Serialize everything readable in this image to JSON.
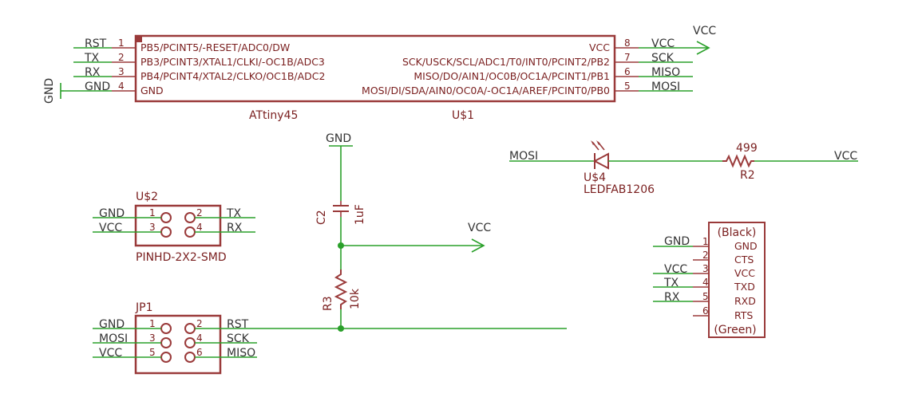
{
  "u1": {
    "name": "U$1",
    "value": "ATtiny45",
    "left_pins": [
      {
        "num": "1",
        "label": "PB5/PCINT5/-RESET/ADC0/DW",
        "net": "RST"
      },
      {
        "num": "2",
        "label": "PB3/PCINT3/XTAL1/CLKI/-OC1B/ADC3",
        "net": "TX"
      },
      {
        "num": "3",
        "label": "PB4/PCINT4/XTAL2/CLKO/OC1B/ADC2",
        "net": "RX"
      },
      {
        "num": "4",
        "label": "GND",
        "net": "GND"
      }
    ],
    "right_pins": [
      {
        "num": "8",
        "label": "VCC",
        "net": "VCC"
      },
      {
        "num": "7",
        "label": "SCK/USCK/SCL/ADC1/T0/INT0/PCINT2/PB2",
        "net": "SCK"
      },
      {
        "num": "6",
        "label": "MISO/DO/AIN1/OC0B/OC1A/PCINT1/PB1",
        "net": "MISO"
      },
      {
        "num": "5",
        "label": "MOSI/DI/SDA/AIN0/OC0A/-OC1A/AREF/PCINT0/PB0",
        "net": "MOSI"
      }
    ],
    "vcc_supply": "VCC",
    "gnd_supply": "GND"
  },
  "u2": {
    "name": "U$2",
    "value": "PINHD-2X2-SMD",
    "pins": [
      {
        "num": "1",
        "net": "GND"
      },
      {
        "num": "2",
        "net": "TX"
      },
      {
        "num": "3",
        "net": "VCC"
      },
      {
        "num": "4",
        "net": "RX"
      }
    ]
  },
  "jp1": {
    "name": "JP1",
    "pins": [
      {
        "num": "1",
        "net": "GND"
      },
      {
        "num": "2",
        "net": "RST"
      },
      {
        "num": "3",
        "net": "MOSI"
      },
      {
        "num": "4",
        "net": "SCK"
      },
      {
        "num": "5",
        "net": "VCC"
      },
      {
        "num": "6",
        "net": "MISO"
      }
    ]
  },
  "c2": {
    "name": "C2",
    "value": "1uF",
    "gnd": "GND",
    "vcc": "VCC"
  },
  "r3": {
    "name": "R3",
    "value": "10k"
  },
  "led": {
    "name": "U$4",
    "value": "LEDFAB1206",
    "net": "MOSI"
  },
  "r2": {
    "name": "R2",
    "value": "499",
    "net": "VCC"
  },
  "ftdi": {
    "top": "(Black)",
    "bottom": "(Green)",
    "pins": [
      {
        "num": "1",
        "label": "GND",
        "net": "GND"
      },
      {
        "num": "2",
        "label": "CTS",
        "net": ""
      },
      {
        "num": "3",
        "label": "VCC",
        "net": "VCC"
      },
      {
        "num": "4",
        "label": "TXD",
        "net": "TX"
      },
      {
        "num": "5",
        "label": "RXD",
        "net": "RX"
      },
      {
        "num": "6",
        "label": "RTS",
        "net": ""
      }
    ]
  },
  "colors": {
    "part": "#9a3a3a",
    "net": "#2aa02a",
    "text": "#7a1f1f"
  }
}
